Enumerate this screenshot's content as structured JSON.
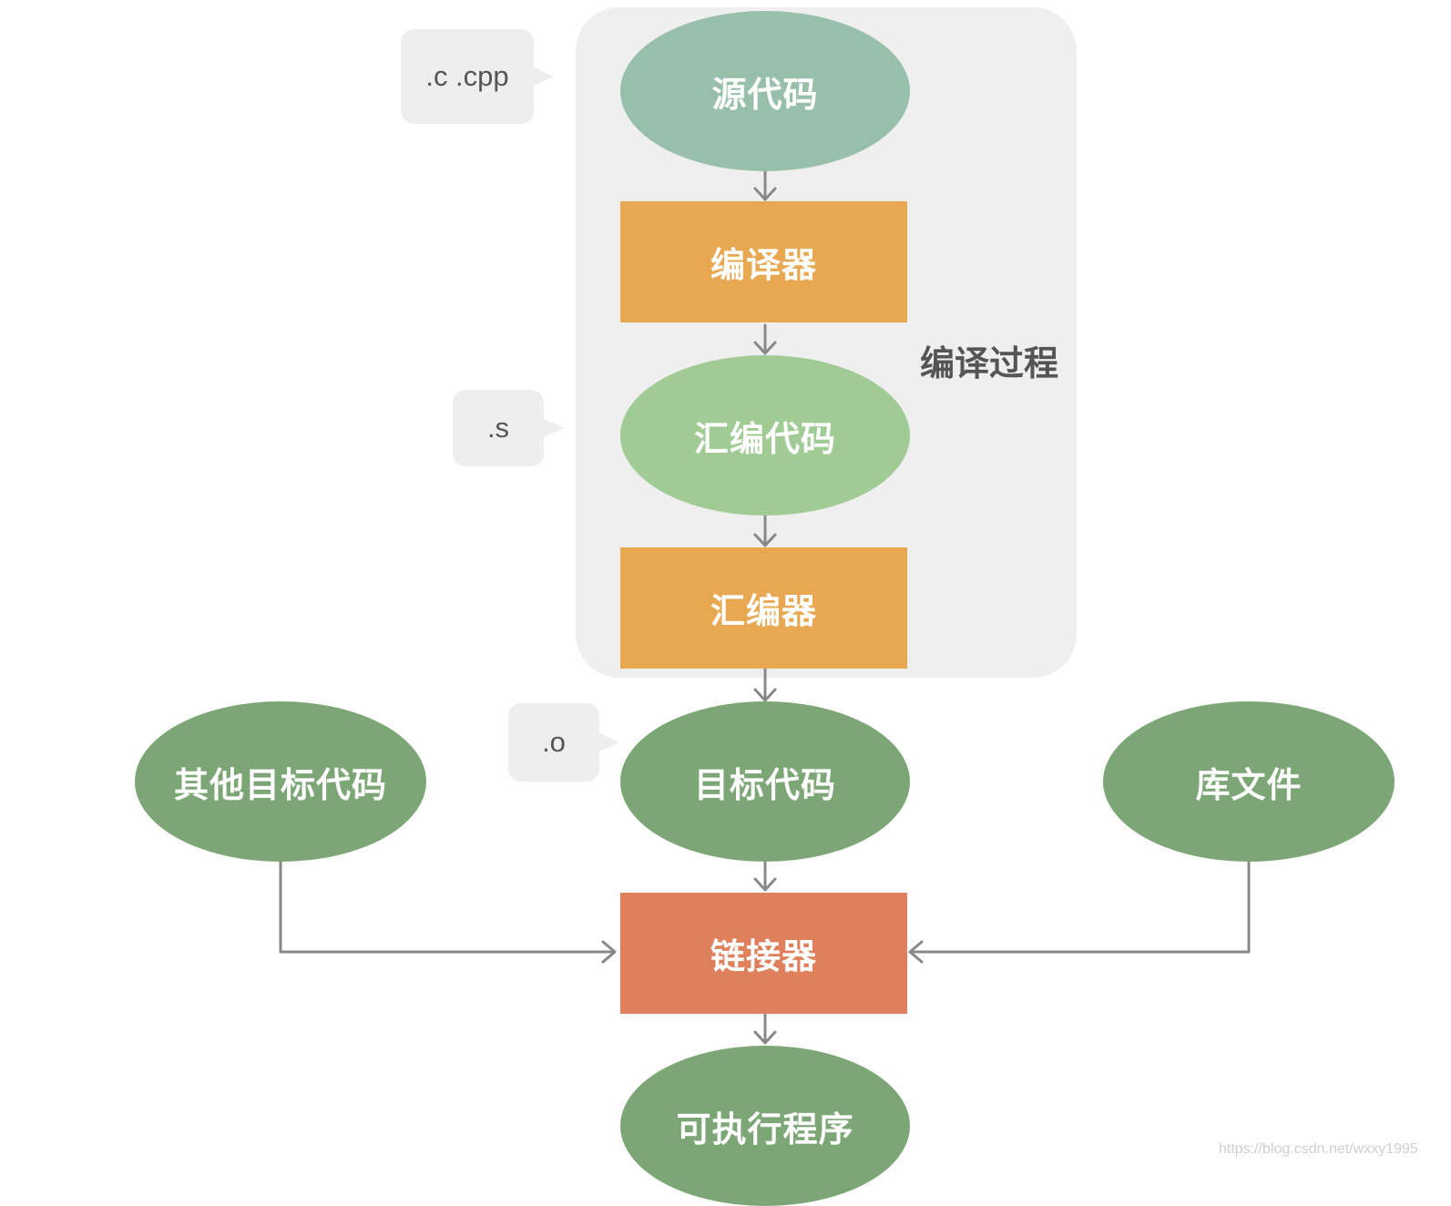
{
  "group": {
    "label": "编译过程"
  },
  "nodes": {
    "source_code": {
      "label": "源代码",
      "color": "#98bfa9"
    },
    "compiler": {
      "label": "编译器",
      "color": "#e8a852"
    },
    "assembly_code": {
      "label": "汇编代码",
      "color": "#a0cb95"
    },
    "assembler": {
      "label": "汇编器",
      "color": "#e8a852"
    },
    "object_code": {
      "label": "目标代码",
      "color": "#7da676"
    },
    "other_object_code": {
      "label": "其他目标代码",
      "color": "#7da676"
    },
    "library_files": {
      "label": "库文件",
      "color": "#7da676"
    },
    "linker": {
      "label": "链接器",
      "color": "#de805c"
    },
    "executable": {
      "label": "可执行程序",
      "color": "#7da676"
    }
  },
  "callouts": {
    "source_ext": ".c .cpp",
    "assembly_ext": ".s",
    "object_ext": ".o"
  },
  "edges": [
    [
      "源代码",
      "编译器"
    ],
    [
      "编译器",
      "汇编代码"
    ],
    [
      "汇编代码",
      "汇编器"
    ],
    [
      "汇编器",
      "目标代码"
    ],
    [
      "目标代码",
      "链接器"
    ],
    [
      "其他目标代码",
      "链接器"
    ],
    [
      "库文件",
      "链接器"
    ],
    [
      "链接器",
      "可执行程序"
    ]
  ],
  "watermark": "https://blog.csdn.net/wxxy1995"
}
